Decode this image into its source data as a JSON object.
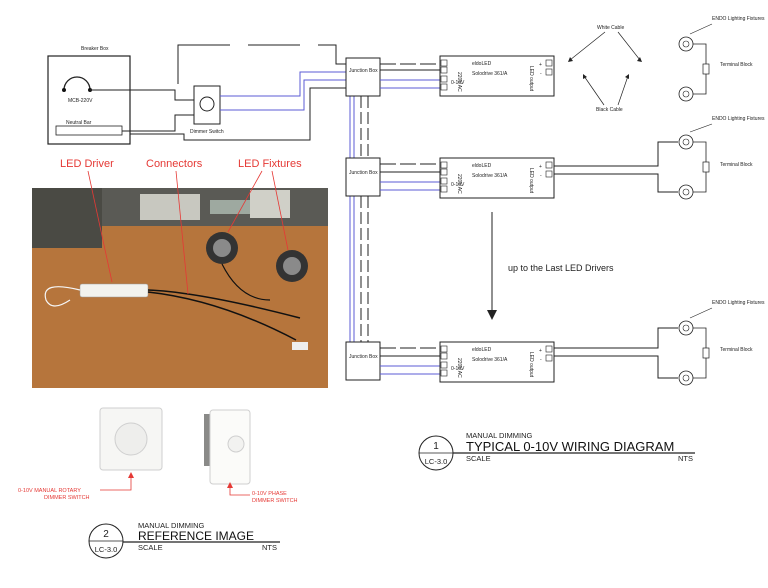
{
  "colors": {
    "wire_blue": "#5b5bd6",
    "wire_black": "#222222",
    "annotation_red": "#e53935",
    "photo_table": "#b6753c"
  },
  "breaker_box": {
    "title": "Breaker Box",
    "mcb": "MCB-220V",
    "neutral": "Neutral Bar"
  },
  "dimmer_switch_label": "Dimmer Switch",
  "junction_box": "Junction Box",
  "driver": {
    "brand": "eldoLED",
    "model": "Solodrive 361/A",
    "input": "220V AC",
    "control": "0-10V",
    "output": "LED output",
    "plus": "+",
    "minus": "-"
  },
  "cable_labels": {
    "white": "White Cable",
    "black": "Black Cable"
  },
  "fixture_label": "ENDO Lighting Fixtures",
  "terminal_block": "Terminal Block",
  "continuation": "up to the Last LED Drivers",
  "photo_labels": {
    "driver": "LED Driver",
    "connectors": "Connectors",
    "fixtures": "LED Fixtures"
  },
  "switch_labels": {
    "rotary_line1": "0-10V MANUAL ROTARY",
    "rotary_line2": "DIMMER SWITCH",
    "phase_line1": "0-10V PHASE",
    "phase_line2": "DIMMER SWITCH"
  },
  "title_block_1": {
    "number": "1",
    "sheet": "LC-3.0",
    "subtitle": "MANUAL DIMMING",
    "title": "TYPICAL 0-10V WIRING DIAGRAM",
    "scale_label": "SCALE",
    "scale": "NTS"
  },
  "title_block_2": {
    "number": "2",
    "sheet": "LC-3.0",
    "subtitle": "MANUAL DIMMING",
    "title": "REFERENCE IMAGE",
    "scale_label": "SCALE",
    "scale": "NTS"
  }
}
